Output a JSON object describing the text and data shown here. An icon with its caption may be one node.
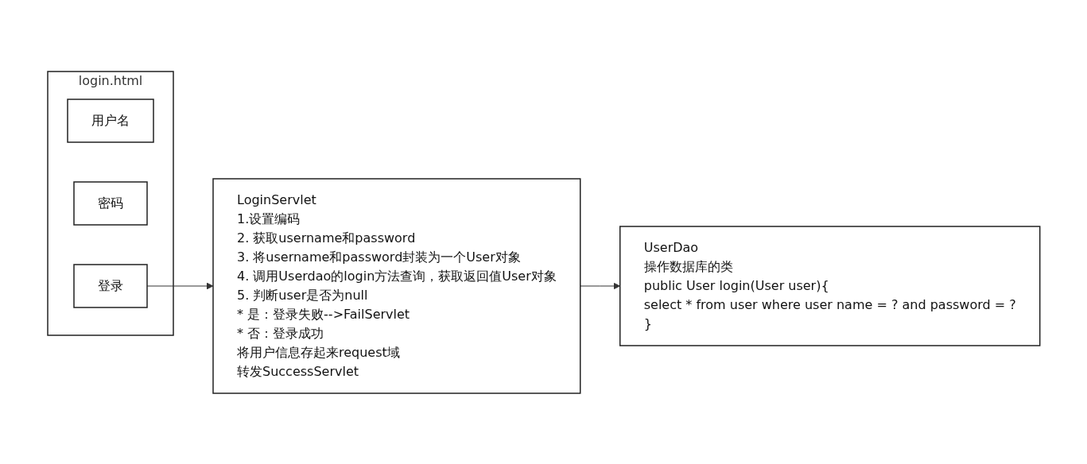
{
  "diagram": {
    "nodes": [
      {
        "text": [
          "login.html"
        ]
      },
      {
        "text": [
          "用户名"
        ],
        "in": 0
      },
      {
        "text": [
          "密码"
        ],
        "in": 0
      },
      {
        "text": [
          "登录"
        ],
        "in": 0
      },
      {
        "text": [
          "LoginServlet",
          "1.设置编码",
          "2. 获取username和password",
          "3. 将username和password封装为一个User对象",
          "4. 调用Userdao的login方法查询，获取返回值User对象",
          "5. 判断user是否为null",
          "* 是：登录失败-->FailServlet",
          "* 否：登录成功",
          "将用户信息存起来request域",
          "转发SuccessServlet"
        ]
      },
      {
        "text": [
          "UserDao",
          "操作数据库的类",
          "public User login(User user){",
          "select * from user where user name = ? and password = ?",
          "}"
        ]
      }
    ],
    "edges": [
      {
        "from": 3,
        "to": 4,
        "arrow": "to"
      },
      {
        "from": 4,
        "to": 5,
        "arrow": "to"
      }
    ]
  }
}
